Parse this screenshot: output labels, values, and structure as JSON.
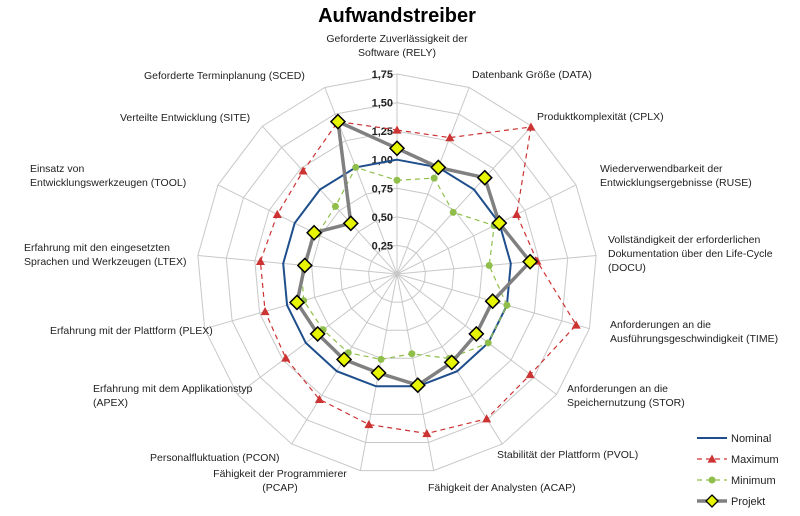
{
  "chart_data": {
    "type": "radar",
    "title": "Aufwandstreiber",
    "categories": [
      "Geforderte Zuverlässigkeit der Software (RELY)",
      "Datenbank Größe (DATA)",
      "Produktkomplexität (CPLX)",
      "Wiederverwendbarkeit der Entwicklungsergebnisse (RUSE)",
      "Vollständigkeit der erforderlichen Dokumentation über den Life-Cycle (DOCU)",
      "Anforderungen an die Ausführungsgeschwindigkeit (TIME)",
      "Anforderungen an die Speichernutzung (STOR)",
      "Stabilität der Plattform (PVOL)",
      "Fähigkeit der Analysten (ACAP)",
      "Fähigkeit der Programmierer (PCAP)",
      "Personalfluktuation (PCON)",
      "Erfahrung mit dem Applikationstyp (APEX)",
      "Erfahrung mit der Plattform (PLEX)",
      "Erfahrung mit den eingesetzten Sprachen und Werkzeugen (LTEX)",
      "Einsatz von Entwicklungswerkzeugen (TOOL)",
      "Verteilte Entwicklung (SITE)",
      "Geforderte Terminplanung (SCED)"
    ],
    "rmax": 1.75,
    "ticks": [
      "0,25",
      "0,50",
      "0,75",
      "1,00",
      "1,25",
      "1,50",
      "1,75"
    ],
    "tick_values": [
      0.25,
      0.5,
      0.75,
      1.0,
      1.25,
      1.5,
      1.75
    ],
    "series": [
      {
        "name": "Nominal",
        "color": "#1f4e8c",
        "style": "solid",
        "values": [
          1.0,
          1.0,
          1.0,
          1.0,
          1.0,
          1.0,
          1.0,
          1.0,
          1.0,
          1.0,
          1.0,
          1.0,
          1.0,
          1.0,
          1.0,
          1.0,
          1.0
        ]
      },
      {
        "name": "Maximum",
        "color": "#cc3333",
        "style": "dashed-triangle",
        "values": [
          1.26,
          1.28,
          1.74,
          1.17,
          1.23,
          1.63,
          1.46,
          1.49,
          1.42,
          1.34,
          1.29,
          1.22,
          1.2,
          1.2,
          1.17,
          1.22,
          1.43
        ]
      },
      {
        "name": "Minimum",
        "color": "#8fbf4a",
        "style": "dashed-dot",
        "values": [
          0.82,
          0.9,
          0.73,
          0.95,
          0.81,
          1.0,
          1.0,
          0.87,
          0.71,
          0.76,
          0.81,
          0.81,
          0.85,
          0.84,
          0.78,
          0.8,
          1.0
        ]
      },
      {
        "name": "Projekt",
        "color": "#808080",
        "marker_color": "#e8f500",
        "style": "solid-diamond",
        "values": [
          1.1,
          1.0,
          1.14,
          1.0,
          1.17,
          0.87,
          0.87,
          0.91,
          0.99,
          0.88,
          0.88,
          0.87,
          0.91,
          0.81,
          0.81,
          0.6,
          1.43
        ]
      }
    ],
    "legend_position": "bottom-right"
  }
}
